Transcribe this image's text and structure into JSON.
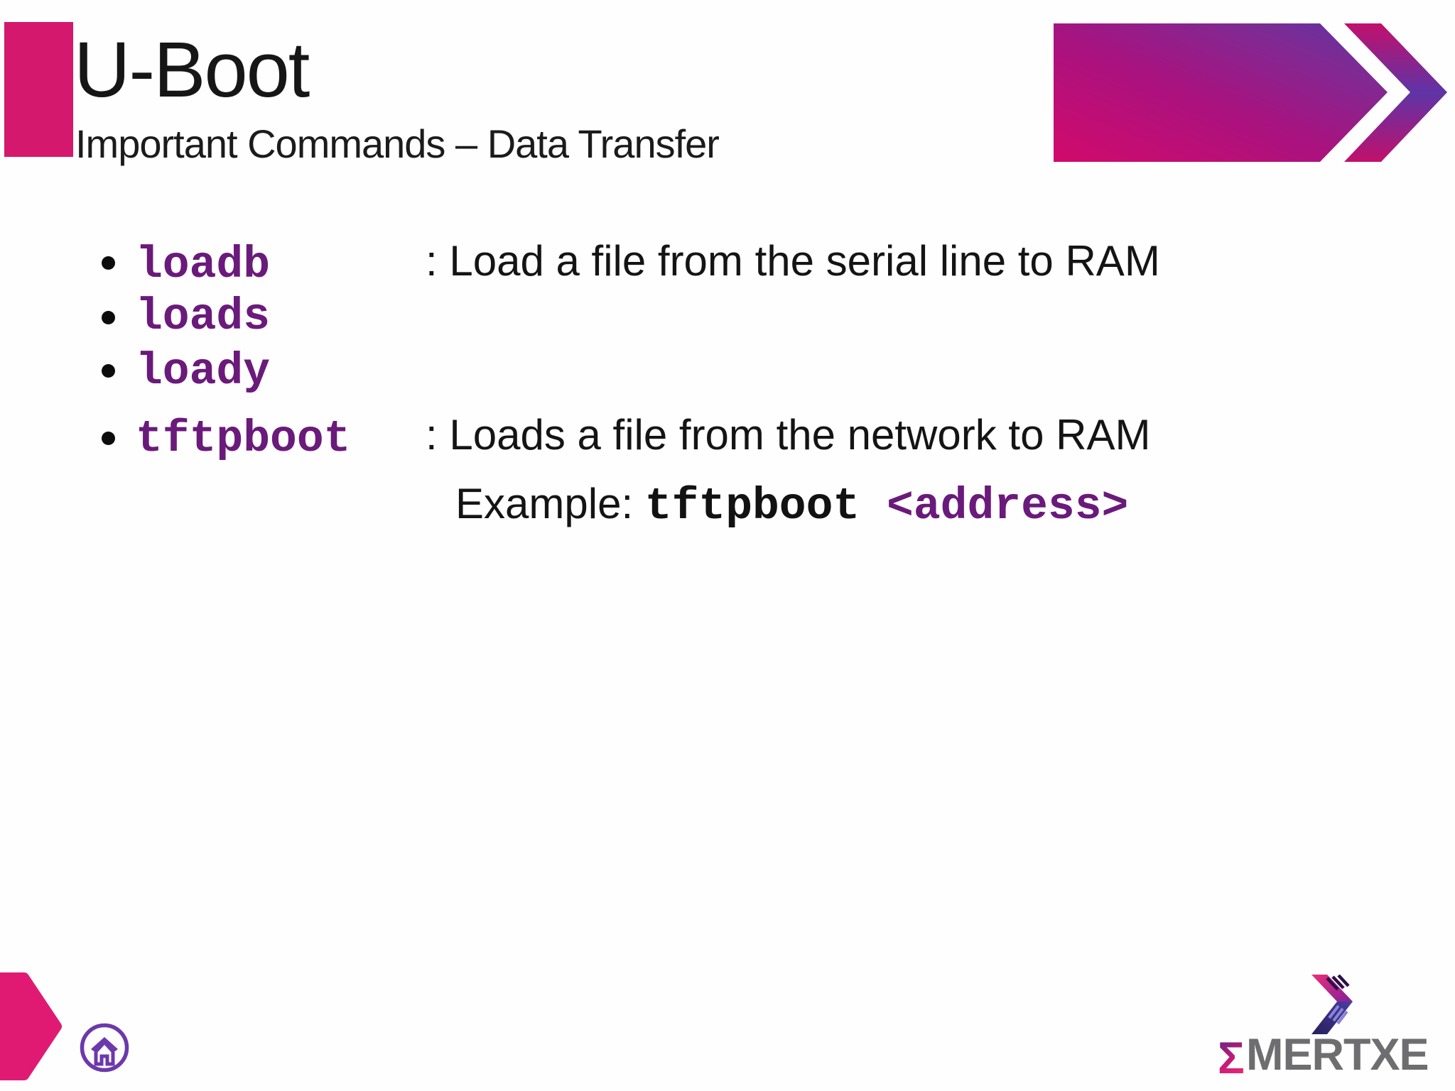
{
  "header": {
    "title": "U-Boot",
    "subtitle": "Important Commands – Data Transfer"
  },
  "list": {
    "bullet_glyph": "•",
    "items": [
      {
        "command": "loadb",
        "description": ": Load a file from the serial line to RAM"
      },
      {
        "command": "loads",
        "description": ""
      },
      {
        "command": "loady",
        "description": ""
      },
      {
        "command": "tftpboot",
        "description": ": Loads a file from the network to RAM"
      }
    ],
    "example": {
      "label": "Example: ",
      "command": "tftpboot ",
      "argument": "<address>"
    }
  },
  "logo": {
    "sigma": "Σ",
    "wordmark": "MERTXE"
  },
  "icons": {
    "home": "house-in-circle",
    "header_graphic": "gradient-arrow-banner",
    "footer_graphic": "pink-arrow-pentagon",
    "logo_mark": "double-chevron-arrow"
  },
  "colors": {
    "accent_pink": "#D4186E",
    "footer_pink": "#E01A72",
    "command_purple": "#6A1A7B",
    "banner_pink": "#D20A6B",
    "banner_purple": "#5A35A5",
    "icon_purple": "#6B39AC",
    "logo_gray": "#6E6E70",
    "text_black": "#141414"
  }
}
